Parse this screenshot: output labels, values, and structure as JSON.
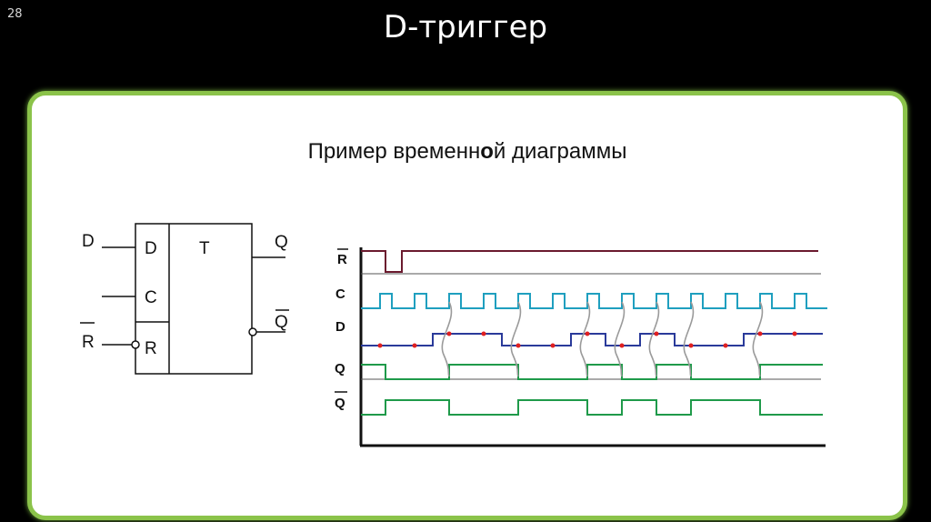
{
  "slide": {
    "number": "28",
    "title": "D-триггер"
  },
  "panel": {
    "subtitle_pre": "Пример временн",
    "subtitle_bold": "о",
    "subtitle_post": "й диаграммы"
  },
  "schematic": {
    "input_d": "D",
    "input_c": "C",
    "input_r": "R",
    "box_d": "D",
    "box_c": "C",
    "box_r": "R",
    "box_t": "T",
    "output_q": "Q",
    "output_qbar": "Q"
  },
  "timing": {
    "labels": {
      "r": "R",
      "c": "C",
      "d": "D",
      "q": "Q",
      "qbar": "Q"
    },
    "colors": {
      "r": "#6b1a2e",
      "c": "#1f9fbf",
      "d": "#2a3a9a",
      "q": "#1f9a4a",
      "qbar": "#1f9a4a",
      "marker": "#e02020",
      "arrow": "#9a9a9a"
    },
    "clock_rises": [
      418,
      456,
      494,
      532,
      570,
      608,
      646,
      684,
      722,
      760,
      798,
      836,
      874
    ],
    "d_levels": [
      0,
      0,
      1,
      1,
      0,
      0,
      1,
      0,
      1,
      0,
      0,
      1,
      1
    ],
    "q_levels": [
      0,
      0,
      1,
      1,
      0,
      0,
      1,
      0,
      1,
      0,
      0,
      1,
      1
    ]
  }
}
